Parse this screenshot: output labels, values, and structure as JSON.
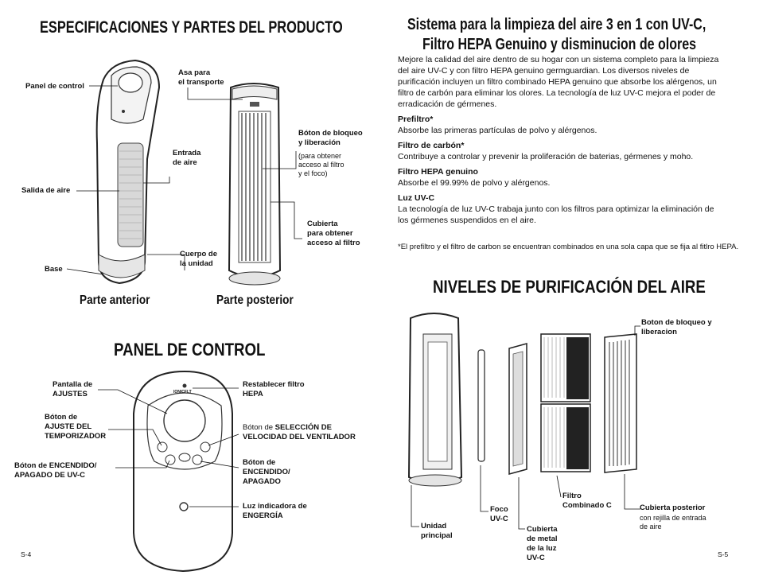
{
  "left": {
    "title": "ESPECIFICACIONES Y PARTES DEL PRODUCTO",
    "front_labels": {
      "panel": "Panel de control",
      "salida": "Salida de aire",
      "base": "Base"
    },
    "front_caption": "Parte anterior",
    "back_caption": "Parte posterior",
    "mid_labels": {
      "asa": "Asa para\nel transporte",
      "entrada": "Entrada\nde aire",
      "cuerpo": "Cuerpo de\nla unidad"
    },
    "back_labels": {
      "boton_bold": "Bóton de bloqueo\ny liberación",
      "boton_note": "(para obtener\nacceso al filtro\ny el foco)",
      "cubierta": "Cubierta\npara obtener\nacceso al filtro"
    },
    "panel_title": "PANEL DE CONTROL",
    "panel_labels": {
      "pantalla": "Pantalla de\nAJUSTES",
      "boton_ajuste": "Bóton de\nAJUSTE DEL\nTEMPORIZADOR",
      "boton_uvc": "Bóton de ENCENDIDO/\nAPAGADO DE UV-C",
      "restablecer": "Restablecer filtro\nHEPA",
      "seleccion_pre": "Bóton de ",
      "seleccion_bold": "SELECCIÓN DE\nVELOCIDAD DEL VENTILADOR",
      "encendido": "Bóton de\nENCENDIDO/\nAPAGADO",
      "luz": "Luz indicadora de\nENGERGÍA"
    },
    "brand": "IONICFLT",
    "page_no": "S-4"
  },
  "right": {
    "title_line1": "Sistema para la limpieza del aire 3 en 1 con UV-C,",
    "title_line2": "Filtro HEPA Genuino y disminucion de olores",
    "intro": "Mejore la calidad del aire dentro de su hogar con un sistema completo para la limpieza del aire UV-C y con filtro HEPA genuino germguardian. Los diversos niveles de purificación incluyen un filtro combinado HEPA genuino que absorbe los alérgenos, un filtro de carbón para eliminar los olores. La tecnología de luz UV-C mejora el poder de erradicación de gérmenes.",
    "features": [
      {
        "title": "Prefiltro*",
        "desc": "Absorbe las primeras partículas de polvo y alérgenos."
      },
      {
        "title": "Filtro de carbón*",
        "desc": "Contribuye a controlar y prevenir la proliferación de baterias, gérmenes y moho."
      },
      {
        "title": "Filtro HEPA genuino",
        "desc": "Absorbe el 99.99% de polvo y alérgenos."
      },
      {
        "title": "Luz UV-C",
        "desc": "La tecnología de luz UV-C trabaja junto con los filtros para optimizar la eliminación de los gérmenes suspendidos en el aire."
      }
    ],
    "footnote": "*El prefiltro y el filtro de carbon se encuentran combinados en una sola capa que se fija al fitlro HEPA.",
    "niveles_title": "NIVELES DE PURIFICACIÓN DEL AIRE",
    "exploded_labels": {
      "boton": "Boton de bloqueo y\nliberacion",
      "unidad": "Unidad\nprincipal",
      "foco": "Foco\nUV-C",
      "cubierta_metal": "Cubierta\nde metal\nde la luz\nUV-C",
      "filtro": "Filtro\nCombinado C",
      "cubierta_post": "Cubierta posterior",
      "cubierta_post_note": "con rejilla de entrada\nde aire"
    },
    "page_no": "S-5"
  }
}
